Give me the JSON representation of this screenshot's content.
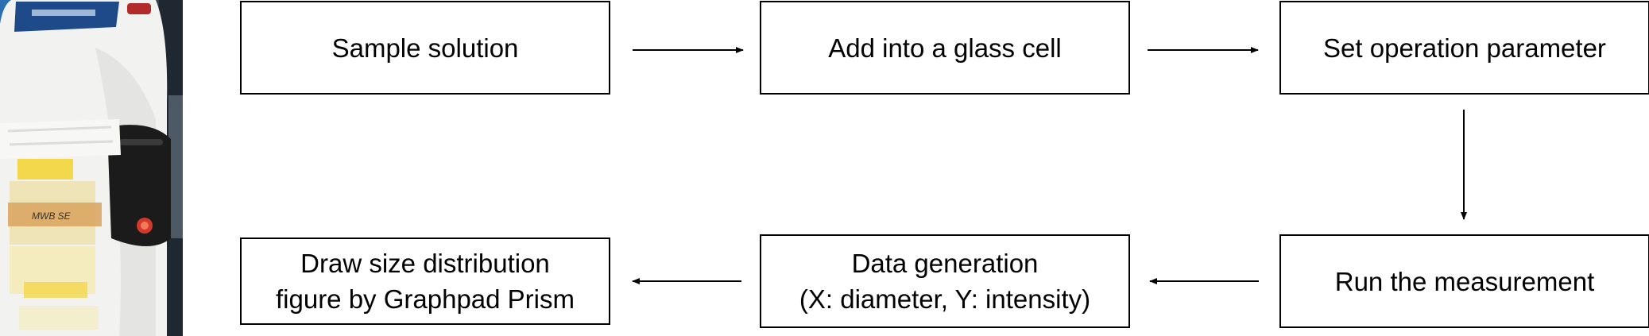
{
  "photo": {
    "subject": "particle size analyzer instrument",
    "sticker_text": "MWB SE"
  },
  "steps": [
    {
      "id": 1,
      "text": "Sample solution"
    },
    {
      "id": 2,
      "text": "Add into a glass cell"
    },
    {
      "id": 3,
      "text": "Set operation parameter"
    },
    {
      "id": 4,
      "text": "Run the measurement"
    },
    {
      "id": 5,
      "text": "Data generation\n(X: diameter, Y: intensity)"
    },
    {
      "id": 6,
      "text": "Draw size distribution\nfigure by Graphpad Prism"
    }
  ],
  "flow": [
    {
      "from": 1,
      "to": 2,
      "direction": "right"
    },
    {
      "from": 2,
      "to": 3,
      "direction": "right"
    },
    {
      "from": 3,
      "to": 4,
      "direction": "down"
    },
    {
      "from": 4,
      "to": 5,
      "direction": "left"
    },
    {
      "from": 5,
      "to": 6,
      "direction": "left"
    }
  ],
  "colors": {
    "line": "#000000",
    "box_fill": "#ffffff",
    "text": "#000000"
  }
}
